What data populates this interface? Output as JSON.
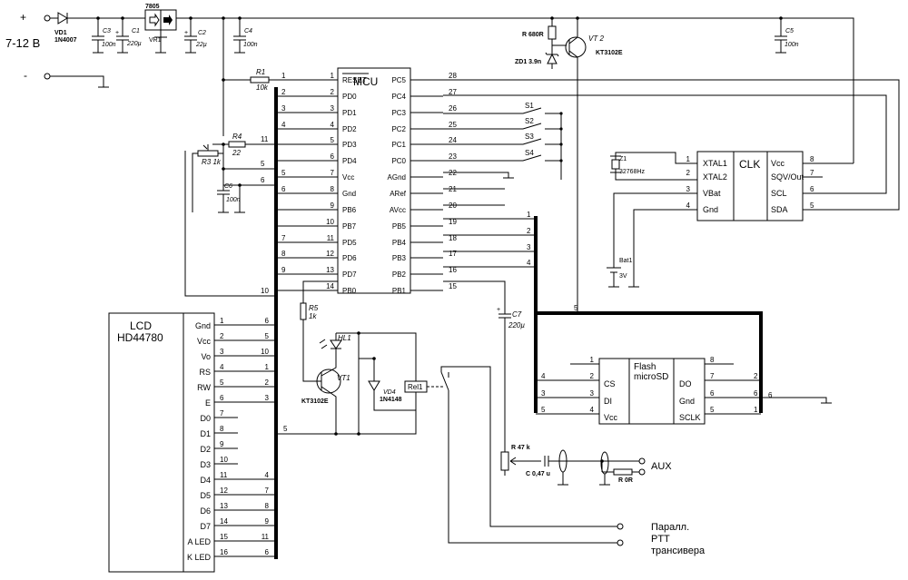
{
  "power": {
    "plus": "+",
    "minus": "-",
    "voltage": "7-12 В"
  },
  "components": {
    "vd1": {
      "name": "VD1",
      "type": "1N4007"
    },
    "c3": {
      "name": "C3",
      "value": "100n"
    },
    "c1": {
      "name": "C1",
      "value": "220µ",
      "sign": "+"
    },
    "reg": {
      "name": "VR1",
      "type": "7805"
    },
    "c2": {
      "name": "C2",
      "value": "22µ",
      "sign": "+"
    },
    "c4": {
      "name": "C4",
      "value": "100n"
    },
    "r680": {
      "name": "R 680R"
    },
    "zd1": {
      "name": "ZD1 3.9n"
    },
    "vt2": {
      "name": "VT 2",
      "type": "KT3102E"
    },
    "c5": {
      "name": "C5",
      "value": "100n"
    },
    "r1": {
      "name": "R1",
      "value": "10k"
    },
    "r4": {
      "name": "R4",
      "value": "22"
    },
    "r3": {
      "name": "R3 1k"
    },
    "c6": {
      "name": "C6",
      "value": "100n"
    },
    "r5": {
      "name": "R5",
      "value": "1k"
    },
    "hl1": {
      "name": "HL1"
    },
    "vt1": {
      "name": "VT1",
      "type": "KT3102E"
    },
    "vd4": {
      "name": "VD4",
      "type": "1N4148"
    },
    "rel1": {
      "name": "Rel1"
    },
    "c7": {
      "name": "C7",
      "value": "220µ",
      "sign": "+"
    },
    "r47k": {
      "name": "R 47 k"
    },
    "c047": {
      "name": "C 0,47 u"
    },
    "r0": {
      "name": "R 0R"
    },
    "z1": {
      "name": "Z1",
      "value": "32768Hz"
    },
    "bat1": {
      "name": "Bat1",
      "value": "3V"
    }
  },
  "mcu": {
    "title": "MCU",
    "left_pins": [
      {
        "num": "1",
        "name": "RESET"
      },
      {
        "num": "2",
        "name": "PD0"
      },
      {
        "num": "3",
        "name": "PD1"
      },
      {
        "num": "4",
        "name": "PD2"
      },
      {
        "num": "5",
        "name": "PD3"
      },
      {
        "num": "6",
        "name": "PD4"
      },
      {
        "num": "7",
        "name": "Vcc"
      },
      {
        "num": "8",
        "name": "Gnd"
      },
      {
        "num": "9",
        "name": "PB6"
      },
      {
        "num": "10",
        "name": "PB7"
      },
      {
        "num": "11",
        "name": "PD5"
      },
      {
        "num": "12",
        "name": "PD6"
      },
      {
        "num": "13",
        "name": "PD7"
      },
      {
        "num": "14",
        "name": "PB0"
      }
    ],
    "right_pins": [
      {
        "num": "28",
        "name": "PC5"
      },
      {
        "num": "27",
        "name": "PC4"
      },
      {
        "num": "26",
        "name": "PC3"
      },
      {
        "num": "25",
        "name": "PC2"
      },
      {
        "num": "24",
        "name": "PC1"
      },
      {
        "num": "23",
        "name": "PC0"
      },
      {
        "num": "22",
        "name": "AGnd"
      },
      {
        "num": "21",
        "name": "ARef"
      },
      {
        "num": "20",
        "name": "AVcc"
      },
      {
        "num": "19",
        "name": "PB5"
      },
      {
        "num": "18",
        "name": "PB4"
      },
      {
        "num": "17",
        "name": "PB3"
      },
      {
        "num": "16",
        "name": "PB2"
      },
      {
        "num": "15",
        "name": "PB1"
      }
    ],
    "left_bus_nums": [
      "1",
      "2",
      "3",
      "4",
      "",
      "",
      "5",
      "6",
      "",
      "",
      "7",
      "8",
      "9",
      ""
    ],
    "right_bus_nums": [
      "1",
      "2",
      "3",
      "4"
    ]
  },
  "switches": [
    "S1",
    "S2",
    "S3",
    "S4"
  ],
  "clk": {
    "title": "CLK",
    "left_pins": [
      {
        "num": "1",
        "name": "XTAL1"
      },
      {
        "num": "2",
        "name": "XTAL2"
      },
      {
        "num": "3",
        "name": "VBat"
      },
      {
        "num": "4",
        "name": "Gnd"
      }
    ],
    "right_pins": [
      {
        "num": "8",
        "name": "Vcc"
      },
      {
        "num": "7",
        "name": "SQV/Out"
      },
      {
        "num": "6",
        "name": "SCL"
      },
      {
        "num": "5",
        "name": "SDA"
      }
    ]
  },
  "flash": {
    "title1": "Flash",
    "title2": "microSD",
    "left_pins": [
      {
        "num": "1",
        "name": ""
      },
      {
        "num": "2",
        "name": "CS"
      },
      {
        "num": "3",
        "name": "DI"
      },
      {
        "num": "4",
        "name": "Vcc"
      }
    ],
    "right_pins": [
      {
        "num": "8",
        "name": ""
      },
      {
        "num": "7",
        "name": "DO"
      },
      {
        "num": "6",
        "name": "Gnd"
      },
      {
        "num": "5",
        "name": "SCLK"
      }
    ],
    "left_bus_nums": [
      "4",
      "3",
      "5"
    ],
    "right_bus_nums": [
      "2",
      "6",
      "1"
    ],
    "gnd_net": "6"
  },
  "lcd": {
    "title1": "LCD",
    "title2": "HD44780",
    "pins": [
      {
        "num": "1",
        "name": "Gnd",
        "bus": "6"
      },
      {
        "num": "2",
        "name": "Vcc",
        "bus": "5"
      },
      {
        "num": "3",
        "name": "Vo",
        "bus": "10"
      },
      {
        "num": "4",
        "name": "RS",
        "bus": "1"
      },
      {
        "num": "5",
        "name": "RW",
        "bus": "2"
      },
      {
        "num": "6",
        "name": "E",
        "bus": "3"
      },
      {
        "num": "7",
        "name": "D0",
        "bus": ""
      },
      {
        "num": "8",
        "name": "D1",
        "bus": ""
      },
      {
        "num": "9",
        "name": "D2",
        "bus": ""
      },
      {
        "num": "10",
        "name": "D3",
        "bus": ""
      },
      {
        "num": "11",
        "name": "D4",
        "bus": "4"
      },
      {
        "num": "12",
        "name": "D5",
        "bus": "7"
      },
      {
        "num": "13",
        "name": "D6",
        "bus": "8"
      },
      {
        "num": "14",
        "name": "D7",
        "bus": "9"
      },
      {
        "num": "15",
        "name": "A LED",
        "bus": "11"
      },
      {
        "num": "16",
        "name": "K LED",
        "bus": "6"
      }
    ]
  },
  "nets": {
    "r4_out": "11",
    "vcc_net": "5",
    "gnd_net": "6",
    "r3_net": "10",
    "rel_net": "5",
    "vt2_bus": "5"
  },
  "outputs": {
    "aux": "AUX",
    "ptt_line1": "Паралл.",
    "ptt_line2": "PTT",
    "ptt_line3": "трансивера"
  }
}
